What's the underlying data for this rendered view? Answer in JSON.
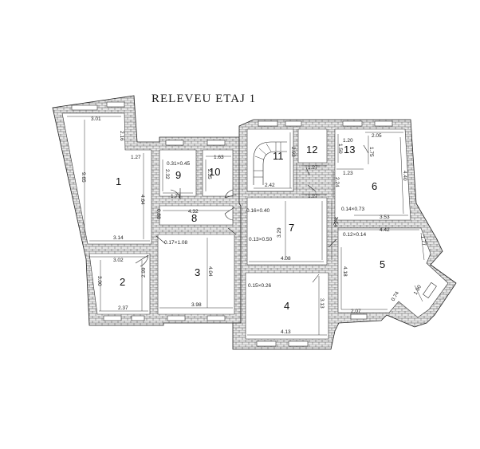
{
  "title": "RELEVEU ETAJ 1",
  "rooms": {
    "r1": "1",
    "r2": "2",
    "r3": "3",
    "r4": "4",
    "r5": "5",
    "r6": "6",
    "r7": "7",
    "r8": "8",
    "r9": "9",
    "r10": "10",
    "r11": "11",
    "r12": "12",
    "r13": "13"
  },
  "dimensions": {
    "d301": "3.01",
    "d216": "2.16",
    "d127a": "1.27",
    "d965": "9.65",
    "d464": "4.64",
    "d314": "3.14",
    "d302": "3.02",
    "d300": "3.00",
    "d299": "2.99",
    "d237": "2.37",
    "d031": "0.31×0.45",
    "d232": "2.32",
    "d177": "1.77",
    "d163": "1.63",
    "d235": "2.35",
    "d088": "0.88",
    "d432": "4.32",
    "d017": "0.17×1.08",
    "d404": "4.04",
    "d398": "3.98",
    "d016": "0.16×0.40",
    "d013": "0.13×0.50",
    "d293": "2.93",
    "d242": "2.42",
    "d329": "3.29",
    "d408": "4.08",
    "d015": "0.15×0.26",
    "d313": "3.13",
    "d413": "4.13",
    "d150": "1.50",
    "d120": "1.20",
    "d123": "1.23",
    "d127b": "1.27",
    "d127c": "1.27",
    "d224": "2.24",
    "d454": "4.54",
    "d205": "2.05",
    "d440": "4.40",
    "d175": "1.75",
    "d014": "0.14×0.73",
    "d353": "3.53",
    "d012": "0.12×0.14",
    "d442": "4.42",
    "d418": "4.18",
    "d207": "2.07",
    "d074": "0.74",
    "d190": "1.90",
    "d177b": "1.77"
  }
}
